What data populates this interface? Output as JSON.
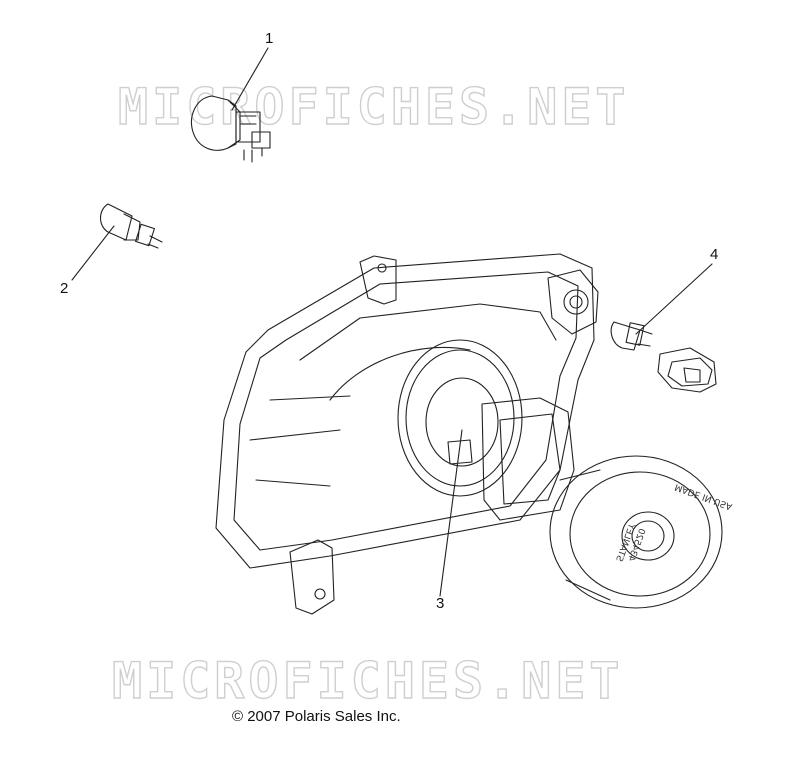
{
  "watermark": {
    "top": "MICROFICHES.NET",
    "bottom": "MICROFICHES.NET"
  },
  "callouts": [
    "1",
    "2",
    "3",
    "4"
  ],
  "copyright": "© 2007 Polaris Sales Inc.",
  "lens_text": {
    "made_in": "MADE IN USA",
    "part": "STANLEY",
    "code": "434520"
  }
}
